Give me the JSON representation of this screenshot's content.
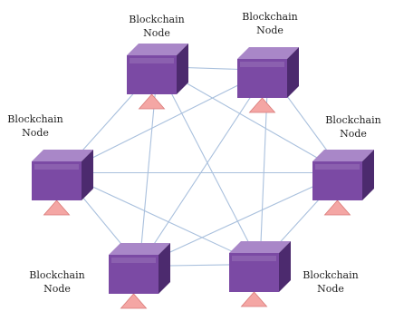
{
  "diagram": {
    "type": "fully-connected-network",
    "colors": {
      "cube_front": "#7b4aa4",
      "cube_top": "#a987c8",
      "cube_side": "#4c2a6e",
      "base_triangle": "#f4a6a4",
      "edge": "#a9c0dd"
    },
    "nodes": [
      {
        "id": "top-left",
        "line1": "Blockchain",
        "line2": "Node"
      },
      {
        "id": "top-right",
        "line1": "Blockchain",
        "line2": "Node"
      },
      {
        "id": "right",
        "line1": "Blockchain",
        "line2": "Node"
      },
      {
        "id": "bottom-right",
        "line1": "Blockchain",
        "line2": "Node"
      },
      {
        "id": "bottom-left",
        "line1": "Blockchain",
        "line2": "Node"
      },
      {
        "id": "left",
        "line1": "Blockchain",
        "line2": "Node"
      }
    ],
    "edges": [
      [
        "top-left",
        "top-right"
      ],
      [
        "top-left",
        "right"
      ],
      [
        "top-left",
        "bottom-right"
      ],
      [
        "top-left",
        "bottom-left"
      ],
      [
        "top-left",
        "left"
      ],
      [
        "top-right",
        "right"
      ],
      [
        "top-right",
        "bottom-right"
      ],
      [
        "top-right",
        "bottom-left"
      ],
      [
        "top-right",
        "left"
      ],
      [
        "right",
        "bottom-right"
      ],
      [
        "right",
        "bottom-left"
      ],
      [
        "right",
        "left"
      ],
      [
        "bottom-right",
        "bottom-left"
      ],
      [
        "bottom-right",
        "left"
      ],
      [
        "bottom-left",
        "left"
      ]
    ]
  }
}
